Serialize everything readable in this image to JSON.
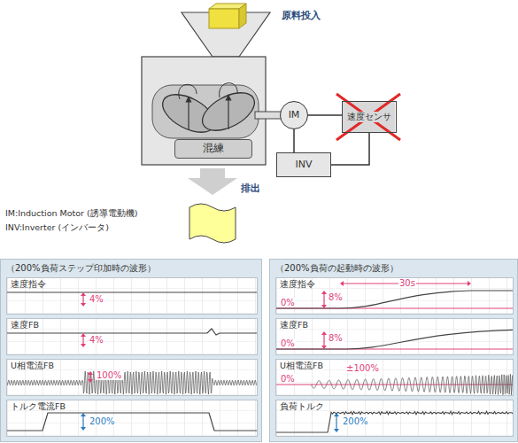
{
  "diagram": {
    "nodes": [
      {
        "text": [
          "混練"
        ]
      },
      {
        "text": [
          "IM"
        ]
      },
      {
        "text": [
          "速度センサ"
        ]
      },
      {
        "text": [
          "INV"
        ]
      },
      {
        "text": [
          "（200%負荷ステップ印加時の波形）"
        ]
      },
      {
        "text": [
          "速度指令",
          "4%"
        ],
        "in": 4
      },
      {
        "text": [
          "速度FB",
          "4%"
        ],
        "in": 4
      },
      {
        "text": [
          "U相電流FB",
          "100%"
        ],
        "in": 4
      },
      {
        "text": [
          "トルク電流FB",
          "200%"
        ],
        "in": 4
      },
      {
        "text": [
          "（200%負荷の起動時の波形）"
        ]
      },
      {
        "text": [
          "速度指令",
          "0%",
          "8%",
          "30s"
        ],
        "in": 9
      },
      {
        "text": [
          "速度FB",
          "0%",
          "8%"
        ],
        "in": 9
      },
      {
        "text": [
          "U相電流FB",
          "0%",
          "±100%"
        ],
        "in": 9
      },
      {
        "text": [
          "負荷トルク",
          "200%"
        ],
        "in": 9
      }
    ],
    "edges": [
      {
        "from": 1,
        "to": 2,
        "arrow": "none"
      },
      {
        "from": 1,
        "to": 3,
        "arrow": "none"
      },
      {
        "from": 3,
        "to": 2,
        "arrow": "none"
      }
    ],
    "labels": [
      "原料投入",
      "排出",
      "IM:Induction Motor (誘導電動機)",
      "INV:Inverter (インバータ)"
    ]
  }
}
